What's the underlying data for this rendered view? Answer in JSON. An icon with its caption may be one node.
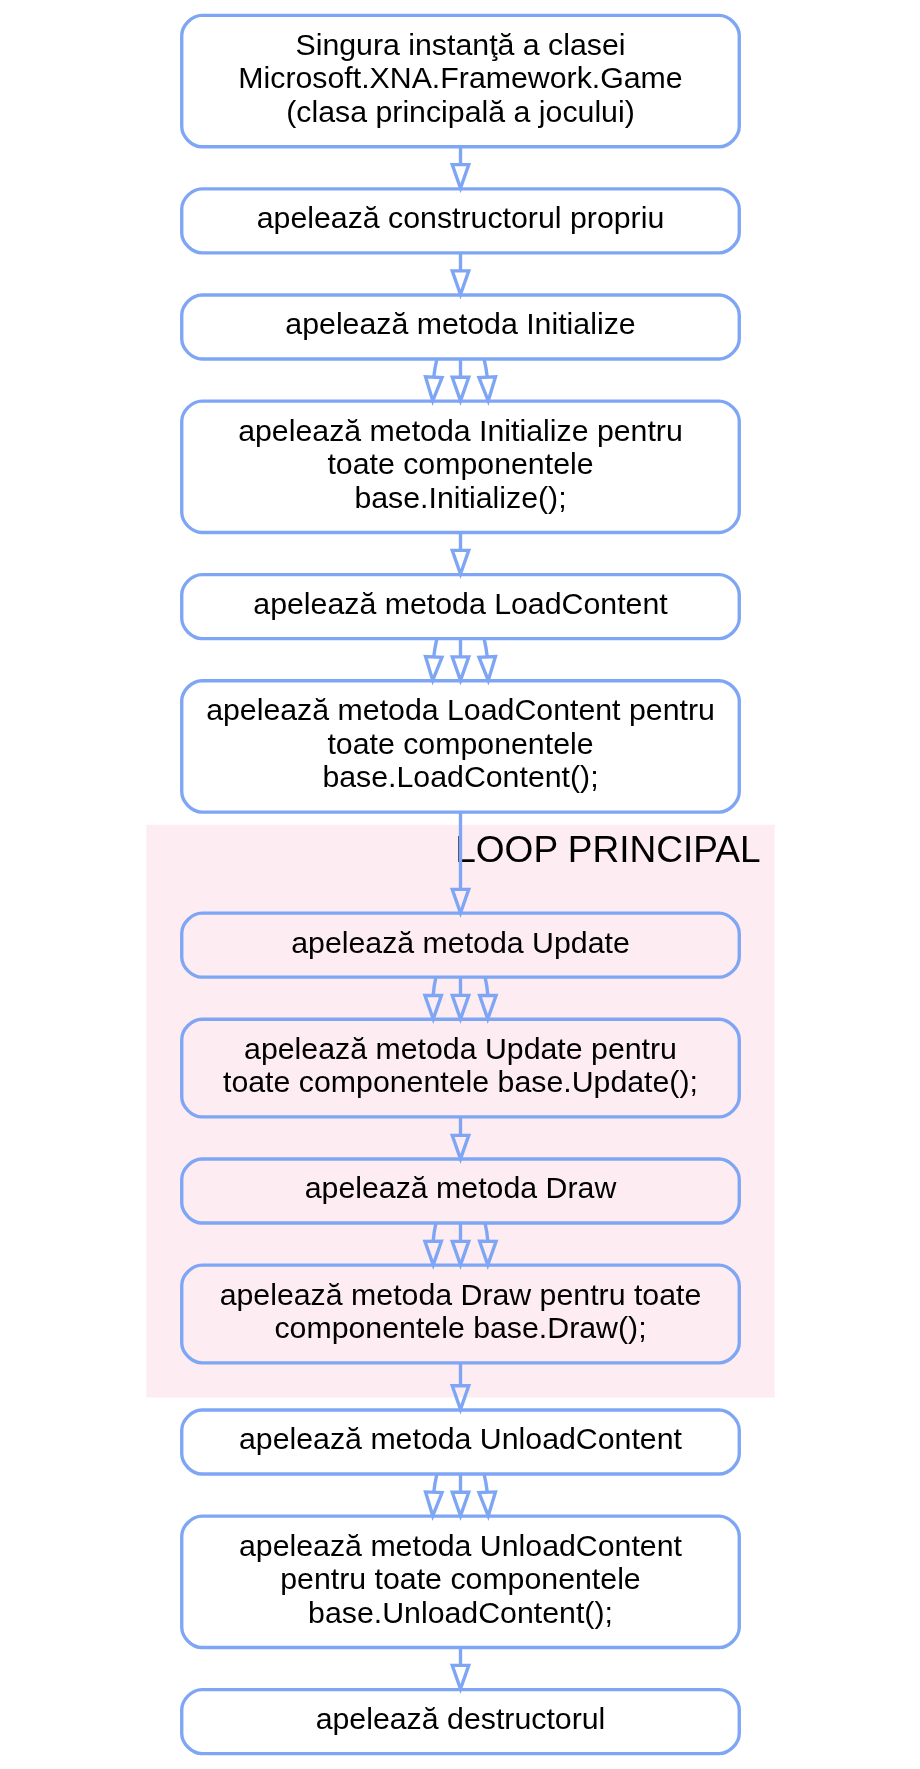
{
  "diagram": {
    "nodes": [
      {
        "text": [
          "Singura instanţă a clasei Microsoft.XNA.Framework.Game (clasa principală a jocului)"
        ]
      },
      {
        "text": [
          "apelează constructorul propriu"
        ]
      },
      {
        "text": [
          "apelează metoda Initialize"
        ]
      },
      {
        "text": [
          "apelează metoda Initialize pentru toate componentele base.Initialize();"
        ]
      },
      {
        "text": [
          "apelează metoda LoadContent"
        ]
      },
      {
        "text": [
          "apelează metoda LoadContent pentru toate componentele base.LoadContent();"
        ]
      },
      {
        "text": [
          "LOOP PRINCIPAL"
        ]
      },
      {
        "text": [
          "apelează metoda Update"
        ],
        "in": 6
      },
      {
        "text": [
          "apelează metoda Update pentru toate componentele base.Update();"
        ],
        "in": 6
      },
      {
        "text": [
          "apelează metoda Draw"
        ],
        "in": 6
      },
      {
        "text": [
          "apelează metoda Draw pentru toate componentele base.Draw();"
        ],
        "in": 6
      },
      {
        "text": [
          "apelează metoda UnloadContent"
        ]
      },
      {
        "text": [
          "apelează metoda UnloadContent pentru toate componentele base.UnloadContent();"
        ]
      },
      {
        "text": [
          "apelează destructorul"
        ]
      }
    ],
    "edges": [
      {
        "from": 0,
        "to": 1,
        "arrow": "to"
      },
      {
        "from": 1,
        "to": 2,
        "arrow": "to"
      },
      {
        "from": 2,
        "to": 3,
        "arrow": "to"
      },
      {
        "from": 2,
        "to": 3,
        "arrow": "to"
      },
      {
        "from": 2,
        "to": 3,
        "arrow": "to"
      },
      {
        "from": 3,
        "to": 4,
        "arrow": "to"
      },
      {
        "from": 4,
        "to": 5,
        "arrow": "to"
      },
      {
        "from": 4,
        "to": 5,
        "arrow": "to"
      },
      {
        "from": 4,
        "to": 5,
        "arrow": "to"
      },
      {
        "from": 5,
        "to": 7,
        "arrow": "to"
      },
      {
        "from": 7,
        "to": 8,
        "arrow": "to"
      },
      {
        "from": 7,
        "to": 8,
        "arrow": "to"
      },
      {
        "from": 7,
        "to": 8,
        "arrow": "to"
      },
      {
        "from": 8,
        "to": 9,
        "arrow": "to"
      },
      {
        "from": 9,
        "to": 10,
        "arrow": "to"
      },
      {
        "from": 9,
        "to": 10,
        "arrow": "to"
      },
      {
        "from": 9,
        "to": 10,
        "arrow": "to"
      },
      {
        "from": 10,
        "to": 11,
        "arrow": "to"
      },
      {
        "from": 11,
        "to": 12,
        "arrow": "to"
      },
      {
        "from": 11,
        "to": 12,
        "arrow": "to"
      },
      {
        "from": 11,
        "to": 12,
        "arrow": "to"
      },
      {
        "from": 12,
        "to": 13,
        "arrow": "to"
      }
    ]
  }
}
